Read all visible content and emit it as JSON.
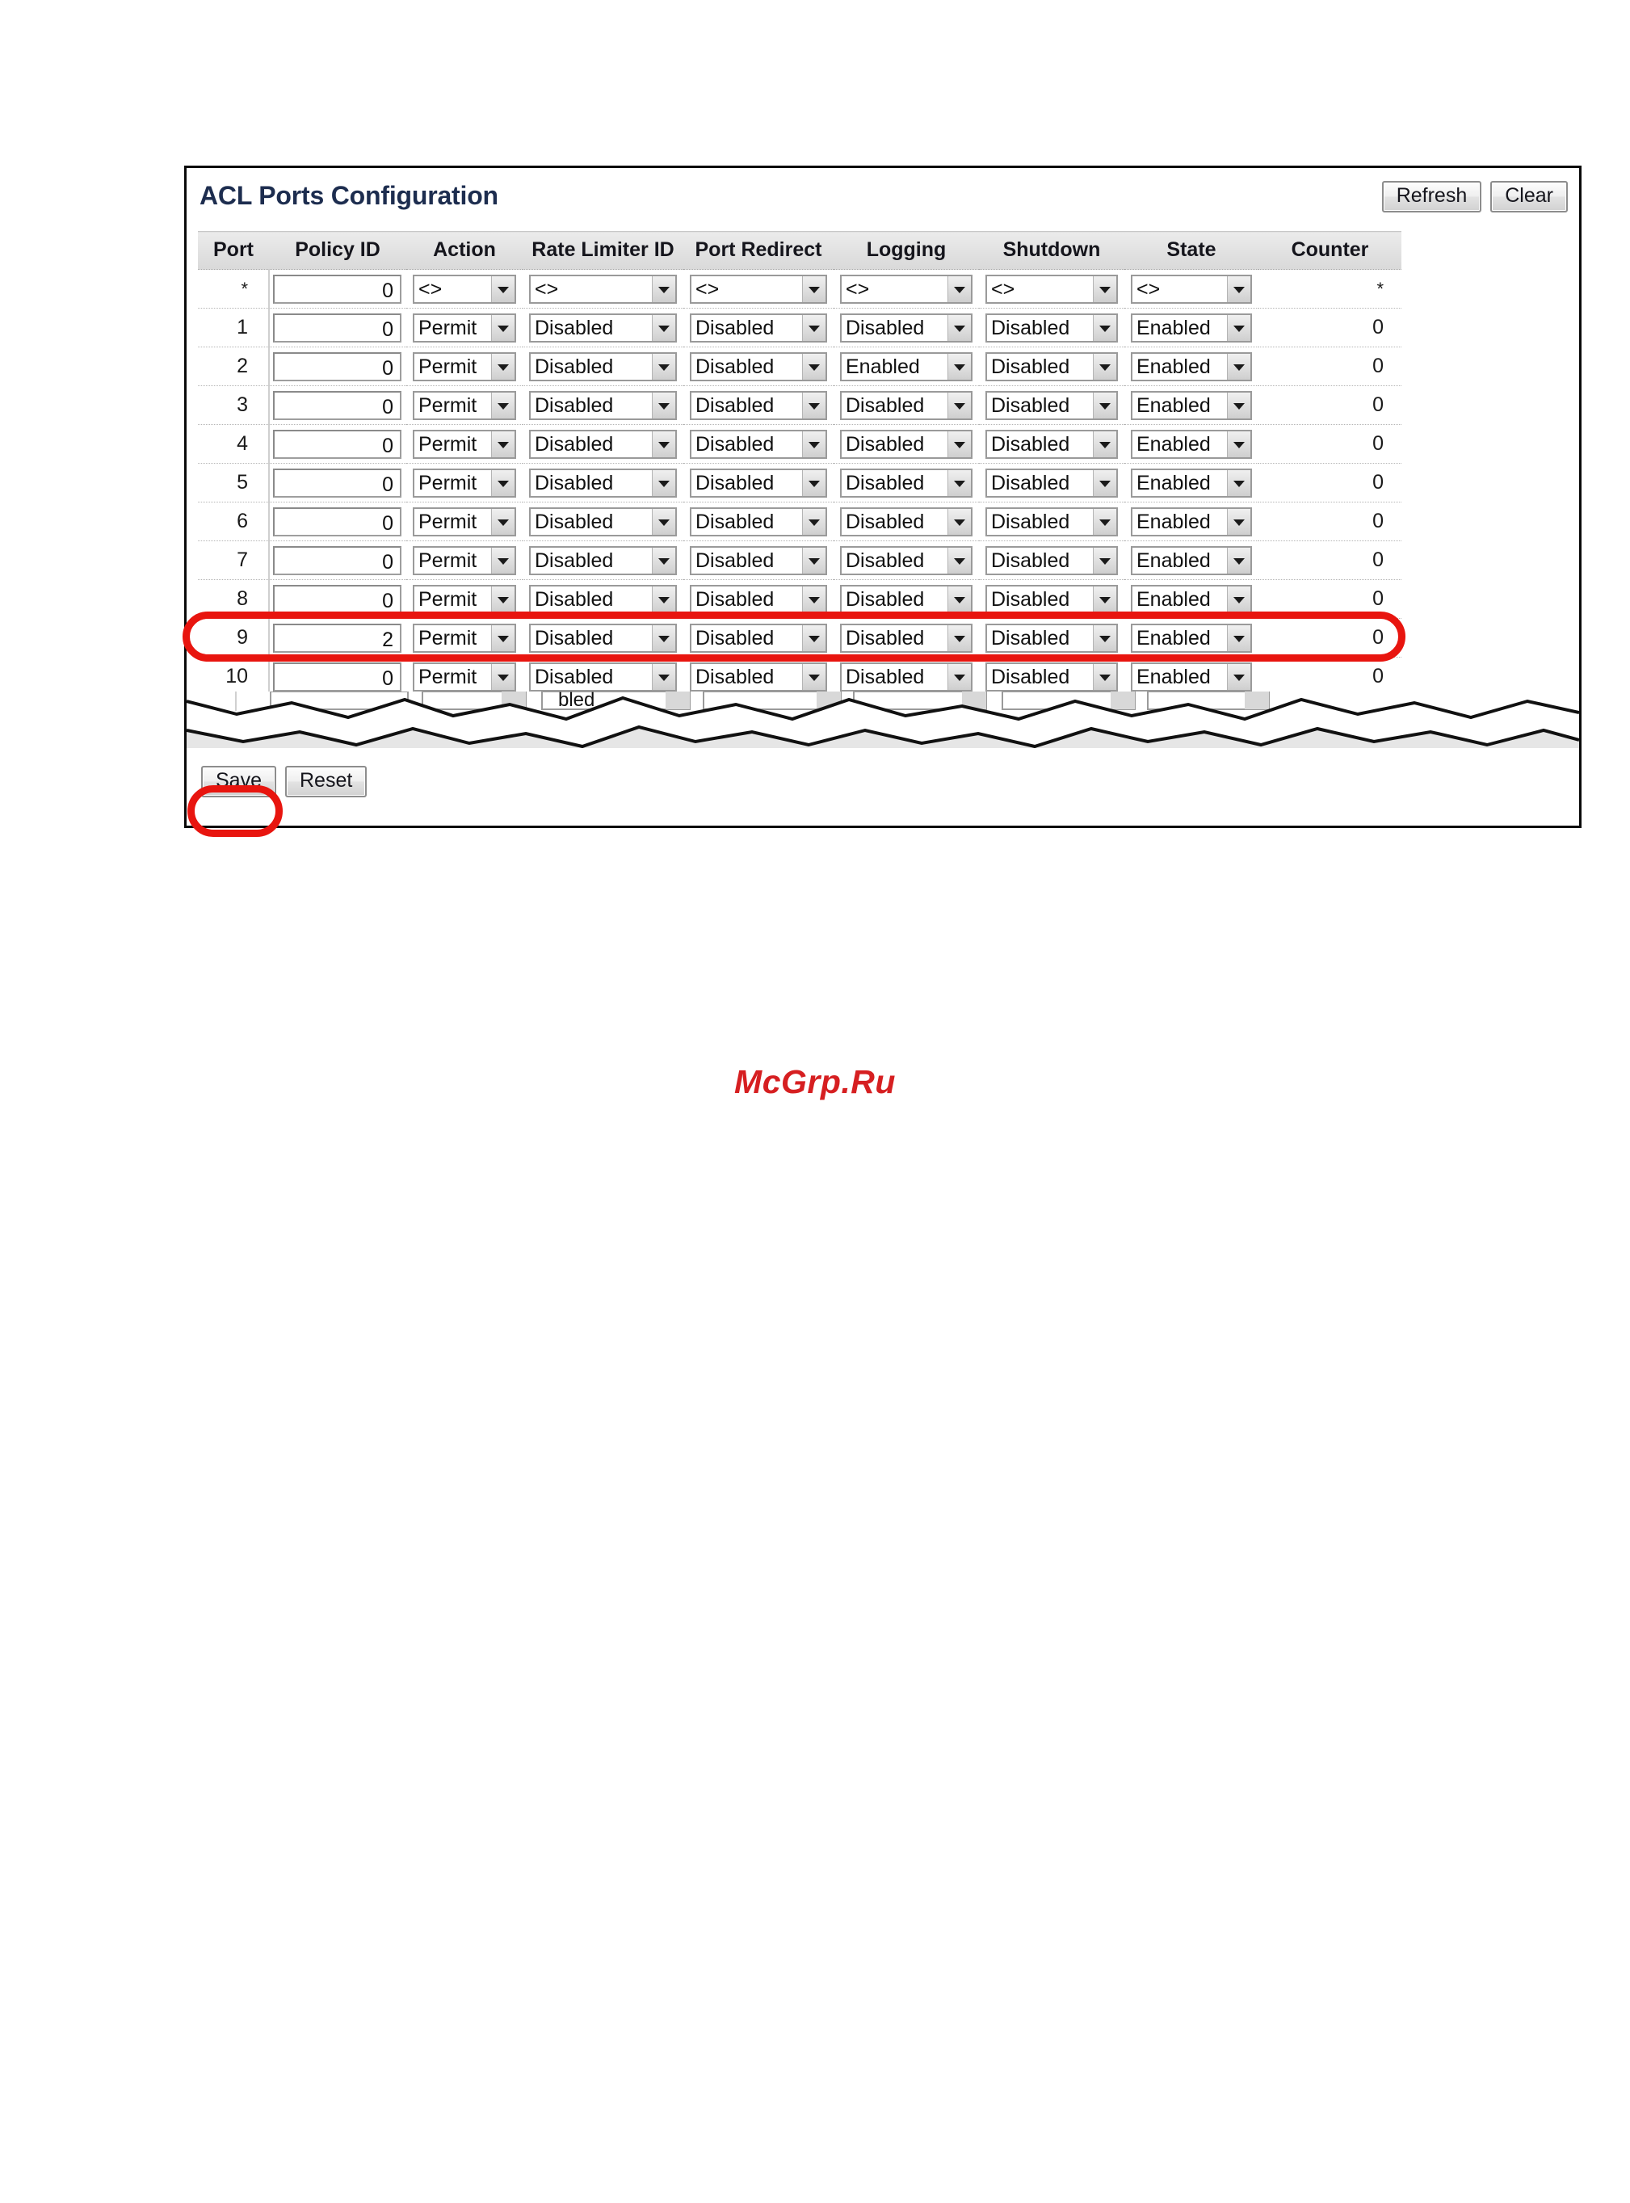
{
  "panel": {
    "title": "ACL Ports Configuration",
    "refresh_label": "Refresh",
    "clear_label": "Clear",
    "save_label": "Save",
    "reset_label": "Reset"
  },
  "table": {
    "columns": [
      "Port",
      "Policy ID",
      "Action",
      "Rate Limiter ID",
      "Port Redirect",
      "Logging",
      "Shutdown",
      "State",
      "Counter"
    ],
    "wildcard_symbol": "*",
    "any_symbol": "<>",
    "rows": [
      {
        "port": "*",
        "policy_id": "0",
        "action": "<>",
        "rate_limiter_id": "<>",
        "port_redirect": "<>",
        "logging": "<>",
        "shutdown": "<>",
        "state": "<>",
        "counter": "*"
      },
      {
        "port": "1",
        "policy_id": "0",
        "action": "Permit",
        "rate_limiter_id": "Disabled",
        "port_redirect": "Disabled",
        "logging": "Disabled",
        "shutdown": "Disabled",
        "state": "Enabled",
        "counter": "0"
      },
      {
        "port": "2",
        "policy_id": "0",
        "action": "Permit",
        "rate_limiter_id": "Disabled",
        "port_redirect": "Disabled",
        "logging": "Enabled",
        "shutdown": "Disabled",
        "state": "Enabled",
        "counter": "0"
      },
      {
        "port": "3",
        "policy_id": "0",
        "action": "Permit",
        "rate_limiter_id": "Disabled",
        "port_redirect": "Disabled",
        "logging": "Disabled",
        "shutdown": "Disabled",
        "state": "Enabled",
        "counter": "0"
      },
      {
        "port": "4",
        "policy_id": "0",
        "action": "Permit",
        "rate_limiter_id": "Disabled",
        "port_redirect": "Disabled",
        "logging": "Disabled",
        "shutdown": "Disabled",
        "state": "Enabled",
        "counter": "0"
      },
      {
        "port": "5",
        "policy_id": "0",
        "action": "Permit",
        "rate_limiter_id": "Disabled",
        "port_redirect": "Disabled",
        "logging": "Disabled",
        "shutdown": "Disabled",
        "state": "Enabled",
        "counter": "0"
      },
      {
        "port": "6",
        "policy_id": "0",
        "action": "Permit",
        "rate_limiter_id": "Disabled",
        "port_redirect": "Disabled",
        "logging": "Disabled",
        "shutdown": "Disabled",
        "state": "Enabled",
        "counter": "0"
      },
      {
        "port": "7",
        "policy_id": "0",
        "action": "Permit",
        "rate_limiter_id": "Disabled",
        "port_redirect": "Disabled",
        "logging": "Disabled",
        "shutdown": "Disabled",
        "state": "Enabled",
        "counter": "0"
      },
      {
        "port": "8",
        "policy_id": "0",
        "action": "Permit",
        "rate_limiter_id": "Disabled",
        "port_redirect": "Disabled",
        "logging": "Disabled",
        "shutdown": "Disabled",
        "state": "Enabled",
        "counter": "0"
      },
      {
        "port": "9",
        "policy_id": "2",
        "action": "Permit",
        "rate_limiter_id": "Disabled",
        "port_redirect": "Disabled",
        "logging": "Disabled",
        "shutdown": "Disabled",
        "state": "Enabled",
        "counter": "0"
      },
      {
        "port": "10",
        "policy_id": "0",
        "action": "Permit",
        "rate_limiter_id": "Disabled",
        "port_redirect": "Disabled",
        "logging": "Disabled",
        "shutdown": "Disabled",
        "state": "Enabled",
        "counter": "0"
      }
    ]
  },
  "annotations": {
    "highlight_color": "#e8150f",
    "highlighted_row_port": "9",
    "highlighted_button": "Save"
  },
  "watermark": {
    "text": "McGrp.Ru",
    "color": "#d61f21"
  }
}
